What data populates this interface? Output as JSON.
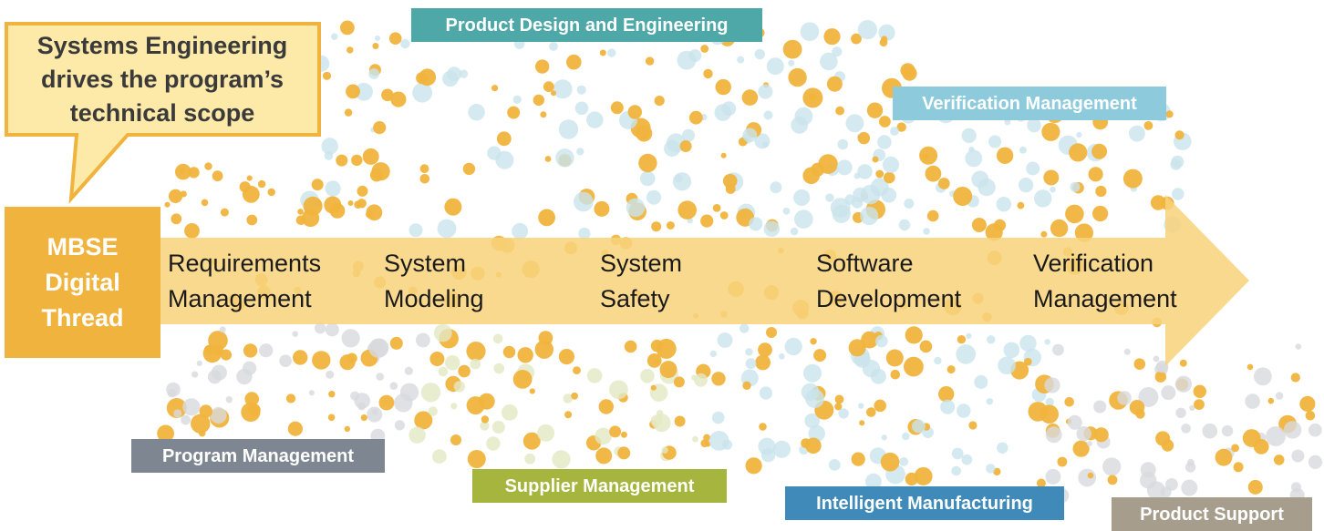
{
  "callout": {
    "text": "Systems Engineering\ndrives the program’s\ntechnical scope"
  },
  "thread": {
    "label": "MBSE\nDigital\nThread"
  },
  "steps": [
    {
      "label": "Requirements\nManagement"
    },
    {
      "label": "System\nModeling"
    },
    {
      "label": "System\nSafety"
    },
    {
      "label": "Software\nDevelopment"
    },
    {
      "label": "Verification\nManagement"
    }
  ],
  "tags": {
    "product_design": {
      "label": "Product Design and Engineering",
      "color": "#4fa8a8"
    },
    "verification": {
      "label": "Verification Management",
      "color": "#8dcbdc"
    },
    "program": {
      "label": "Program Management",
      "color": "#7e8791"
    },
    "supplier": {
      "label": "Supplier Management",
      "color": "#a5b53e"
    },
    "manufacturing": {
      "label": "Intelligent Manufacturing",
      "color": "#3f8ab8"
    },
    "support": {
      "label": "Product Support",
      "color": "#a69d8c"
    }
  },
  "colors": {
    "accent": "#f0b43e",
    "arrow": "#f8d27a",
    "callout_fill": "#fde9a8",
    "callout_border": "#f0b43e",
    "dot_orange": "#f0b43e",
    "dot_blue": "#c9e3ec",
    "dot_gray": "#d8dadd",
    "dot_green": "#e4e8c4"
  }
}
